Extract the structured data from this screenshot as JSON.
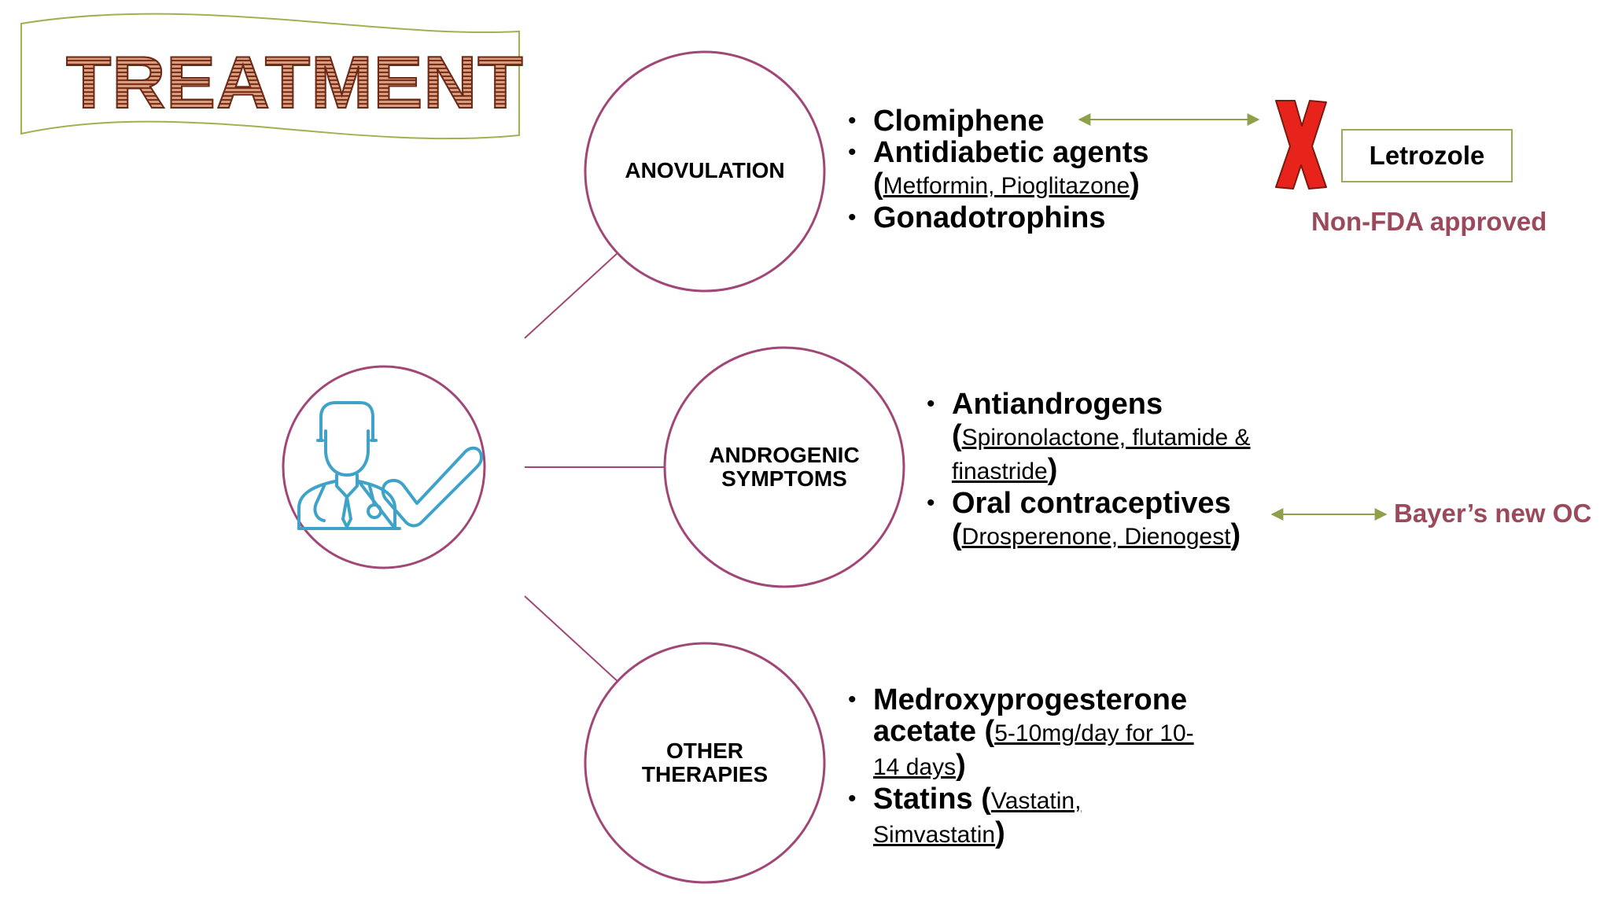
{
  "title": "TREATMENT",
  "circles": {
    "anovulation": "ANOVULATION",
    "androgenic_line1": "ANDROGENIC",
    "androgenic_line2": "SYMPTOMS",
    "other_line1": "OTHER",
    "other_line2": "THERAPIES"
  },
  "anovulation": {
    "item1": "Clomiphene",
    "item2": "Antidiabetic agents",
    "item2_sub": "Metformin, Pioglitazone",
    "item3": "Gonadotrophins"
  },
  "androgenic": {
    "item1": "Antiandrogens",
    "item1_sub_a": "Spironolactone, flutamide &",
    "item1_sub_b": "finastride",
    "item2": "Oral contraceptives",
    "item2_sub": "Drosperenone, Dienogest"
  },
  "other": {
    "item1_a": "Medroxyprogesterone",
    "item1_b": "acetate",
    "item1_sub_a": "5-10mg/day for 10-",
    "item1_sub_b": "14 days",
    "item2": "Statins",
    "item2_sub_a": "Vastatin,",
    "item2_sub_b": "Simvastatin"
  },
  "side_notes": {
    "letrozole": "Letrozole",
    "non_fda": "Non-FDA approved",
    "bayer": "Bayer’s new OC"
  },
  "colors": {
    "circle_stroke": "#a14777",
    "arrow": "#8ea14a",
    "banner_stroke": "#a3b050",
    "icon": "#3fa3c9",
    "x_mark": "#e8231b",
    "note_text": "#9b4a5c"
  },
  "icons": [
    "doctor-icon",
    "checkmark-icon",
    "cross-x-icon"
  ]
}
